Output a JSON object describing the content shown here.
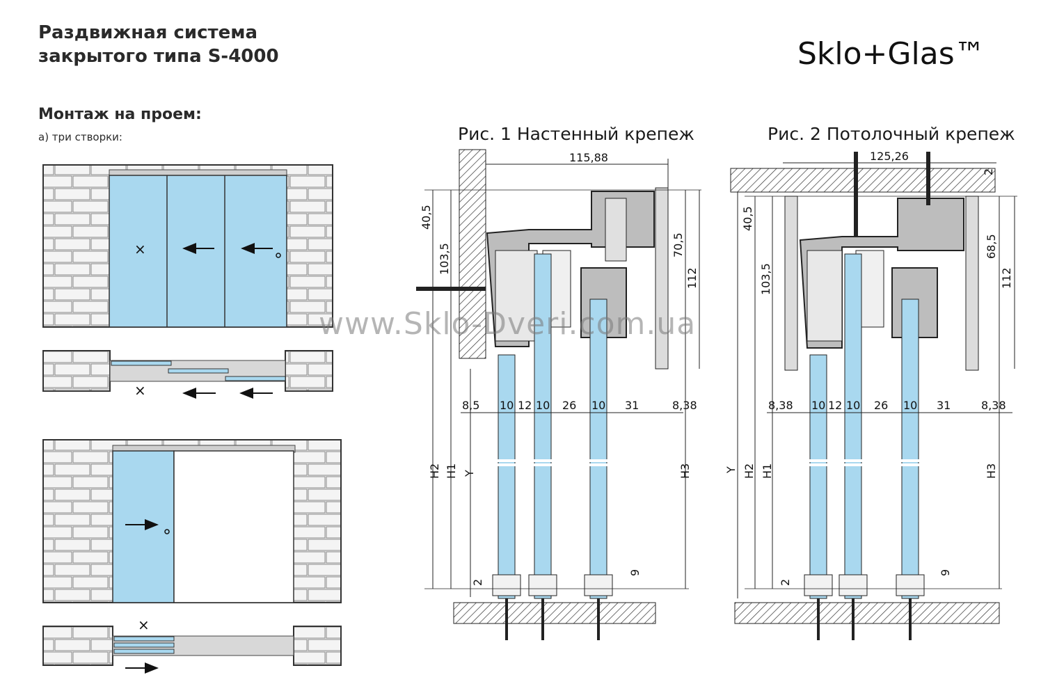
{
  "header": {
    "title_line1": "Раздвижная система",
    "title_line2": "закрытого типа  S-4000",
    "brand": "Sklo+Glas™",
    "section_title": "Монтаж на проем:",
    "section_sub": "а) три створки:"
  },
  "figures": {
    "fig1_caption": "Рис. 1 Настенный крепеж",
    "fig2_caption": "Рис. 2 Потолочный крепеж"
  },
  "watermark": "www.Sklo-Dveri.com.ua",
  "fig1_dims": {
    "width_top": "115,88",
    "d40": "40,5",
    "d103": "103,5",
    "d70": "70,5",
    "d112": "112",
    "b85": "8,5",
    "b10a": "10",
    "b12": "12",
    "b10b": "10",
    "b26": "26",
    "b10c": "10",
    "b31": "31",
    "b838": "8,38",
    "h2": "H2",
    "h1": "H1",
    "y": "Y",
    "h3": "H3",
    "two": "2",
    "nine": "9"
  },
  "fig2_dims": {
    "width_top": "125,26",
    "d2": "2",
    "d40": "40,5",
    "d103": "103,5",
    "d68": "68,5",
    "d112": "112",
    "b838a": "8,38",
    "b10a": "10",
    "b12": "12",
    "b10b": "10",
    "b26": "26",
    "b10c": "10",
    "b31": "31",
    "b838b": "8,38",
    "y": "Y",
    "h2": "H2",
    "h1": "H1",
    "h3": "H3",
    "two": "2",
    "nine": "9"
  },
  "colors": {
    "glass": "#a9d8ef",
    "brick_bg": "#eeeeee",
    "brick_line": "#8a8a8a",
    "rail": "#cfcfcf"
  }
}
